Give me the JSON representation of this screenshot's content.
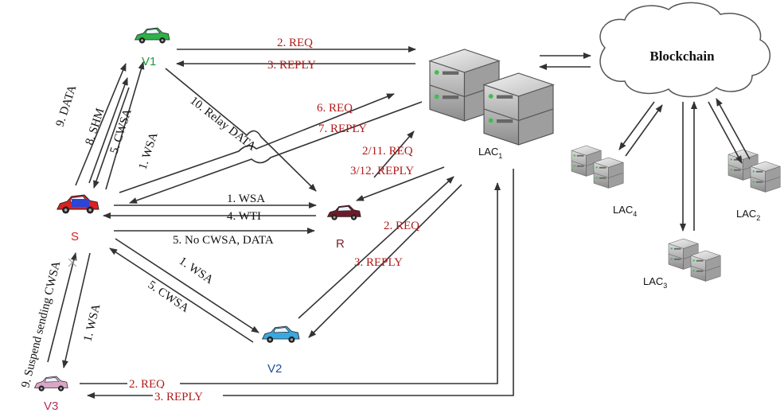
{
  "nodes": {
    "S": {
      "label": "S",
      "color": "#d61f1f"
    },
    "V1": {
      "label": "V1",
      "color": "#1f9a3a"
    },
    "V2": {
      "label": "V2",
      "color": "#1f4fa0"
    },
    "V3": {
      "label": "V3",
      "color": "#b03060"
    },
    "R": {
      "label": "R",
      "color": "#7a1f2e"
    }
  },
  "lac": {
    "lac1": {
      "text": "LAC",
      "sub": "1"
    },
    "lac2": {
      "text": "LAC",
      "sub": "2"
    },
    "lac3": {
      "text": "LAC",
      "sub": "3"
    },
    "lac4": {
      "text": "LAC",
      "sub": "4"
    }
  },
  "cloud": {
    "label": "Blockchain"
  },
  "labels": {
    "v1_req": "2. REQ",
    "v1_reply": "3. REPLY",
    "s_v1_data": "9. DATA",
    "s_v1_shm": "8. SHM",
    "s_v1_cwsa": "5. CWSA",
    "s_v1_wsa": "1. WSA",
    "v1_r_relay": "10. Relay DATA",
    "s_req": "6. REQ",
    "s_reply": "7. REPLY",
    "r_req": "2/11. REQ",
    "r_reply": "3/12. REPLY",
    "s_r_wsa": "1. WSA",
    "s_r_wti": "4. WTI",
    "s_r_nocwsa": "5. No CWSA, DATA",
    "v2_req": "2. REQ",
    "v2_reply": "3. REPLY",
    "s_v2_wsa": "1. WSA",
    "s_v2_cwsa": "5. CWSA",
    "s_v3_suspend": "9. Suspend sending CWSA",
    "s_v3_wsa": "1. WSA",
    "v3_req": "2. REQ",
    "v3_reply": "3. REPLY"
  }
}
